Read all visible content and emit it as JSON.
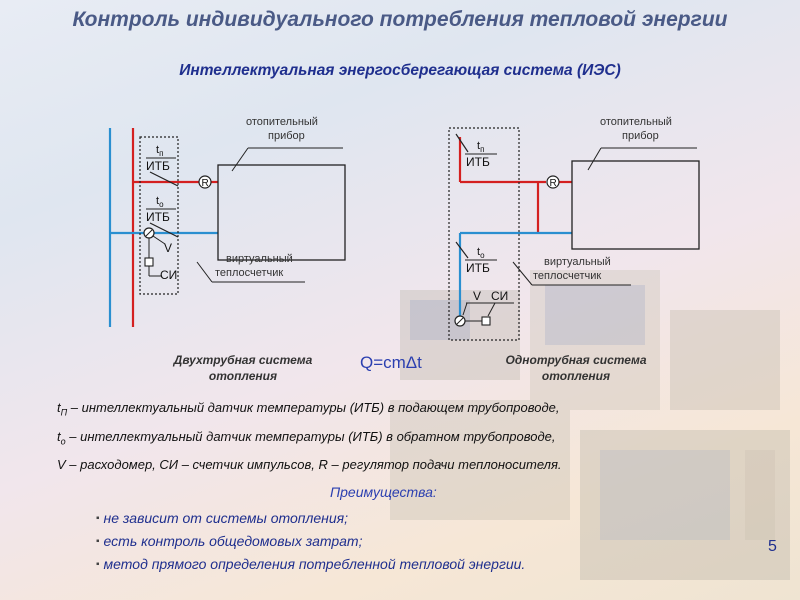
{
  "title": "Контроль индивидуального потребления тепловой энергии",
  "subtitle": "Интеллектуальная энергосберегающая система (ИЭС)",
  "left_diagram": {
    "device_label": [
      "отопительный",
      "прибор"
    ],
    "meter_label": [
      "виртуальный",
      "теплосчетчик"
    ],
    "tp_label": "t",
    "tp_sub": "п",
    "to_label": "t",
    "to_sub": "о",
    "itb_top": "ИТБ",
    "itb_bottom": "ИТБ",
    "regulator": "R",
    "flow": "V",
    "counter": "СИ",
    "caption": [
      "Двухтрубная система",
      "отопления"
    ]
  },
  "right_diagram": {
    "device_label": [
      "отопительный",
      "прибор"
    ],
    "meter_label": [
      "виртуальный",
      "теплосчетчик"
    ],
    "tp_label": "t",
    "tp_sub": "п",
    "to_label": "t",
    "to_sub": "о",
    "itb_top": "ИТБ",
    "itb_bottom": "ИТБ",
    "regulator": "R",
    "flow": "V",
    "counter": "СИ",
    "caption": [
      "Однотрубная система",
      "отопления"
    ]
  },
  "formula": "Q=cmΔt",
  "legend": [
    {
      "sym": "t",
      "sub": "П",
      "text": " – интеллектуальный датчик температуры (ИТБ) в подающем трубопроводе,"
    },
    {
      "sym": "t",
      "sub": "о",
      "text": " – интеллектуальный датчик температуры (ИТБ) в обратном трубопроводе,"
    },
    {
      "sym": "",
      "sub": "",
      "text": "V – расходомер, СИ – счетчик импульсов, R – регулятор подачи теплоносителя."
    }
  ],
  "advantages_title": "Преимущества:",
  "advantages": [
    "не зависит от системы отопления;",
    "есть контроль общедомовых затрат;",
    "метод прямого определения  потребленной тепловой энергии."
  ],
  "page_number": "5",
  "colors": {
    "supply": "#d42020",
    "return": "#2a8fd0",
    "title": "#4a5a86",
    "accent": "#1f2f8e"
  }
}
